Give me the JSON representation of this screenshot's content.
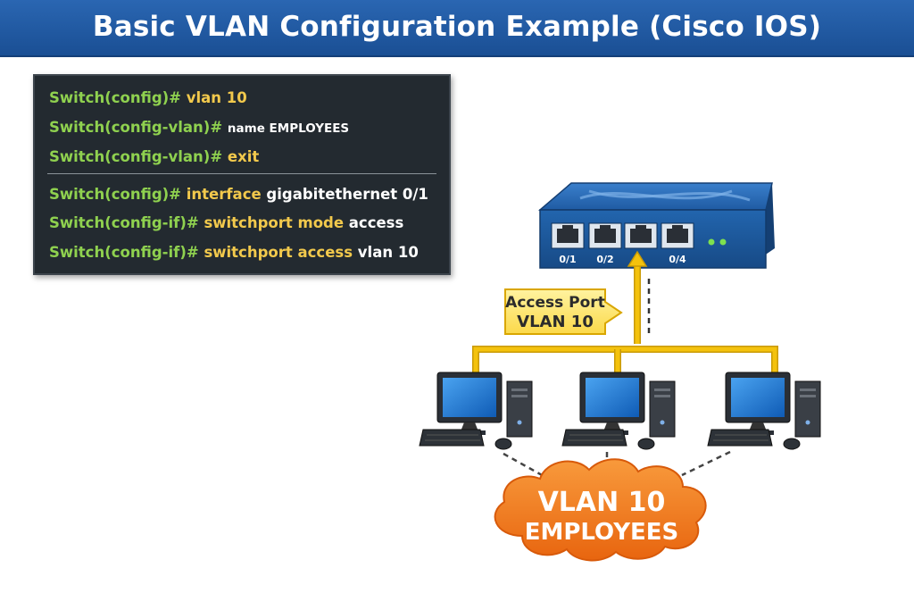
{
  "title": "Basic VLAN Configuration Example (Cisco IOS)",
  "cli": {
    "lines": [
      {
        "prompt": "Switch(config)#",
        "kw": "vlan 10",
        "arg": ""
      },
      {
        "prompt": "Switch(config-vlan)#",
        "kw": "",
        "arg": "name EMPLOYEES"
      },
      {
        "prompt": "Switch(config-vlan)#",
        "kw": "exit",
        "arg": ""
      },
      {
        "prompt": "Switch(config)#",
        "kw": "interface",
        "arg": "gigabitethernet 0/1"
      },
      {
        "prompt": "Switch(config-if)#",
        "kw": "switchport mode",
        "arg": "access"
      },
      {
        "prompt": "Switch(config-if)#",
        "kw": "switchport access",
        "arg": "vlan 10"
      }
    ]
  },
  "switch": {
    "ports": [
      "0/1",
      "0/2",
      "",
      "0/4"
    ]
  },
  "callout": {
    "line1": "Access Port",
    "line2": "VLAN 10"
  },
  "cloud": {
    "line1": "VLAN 10",
    "line2": "EMPLOYEES"
  },
  "colors": {
    "title_bar": "#1f5aa6",
    "cli_bg": "#232a30",
    "prompt": "#8fd14f",
    "keyword": "#f2c94c",
    "link": "#f4c20d",
    "switch_blue": "#1e5fa8",
    "cloud_orange": "#f07a1e"
  }
}
